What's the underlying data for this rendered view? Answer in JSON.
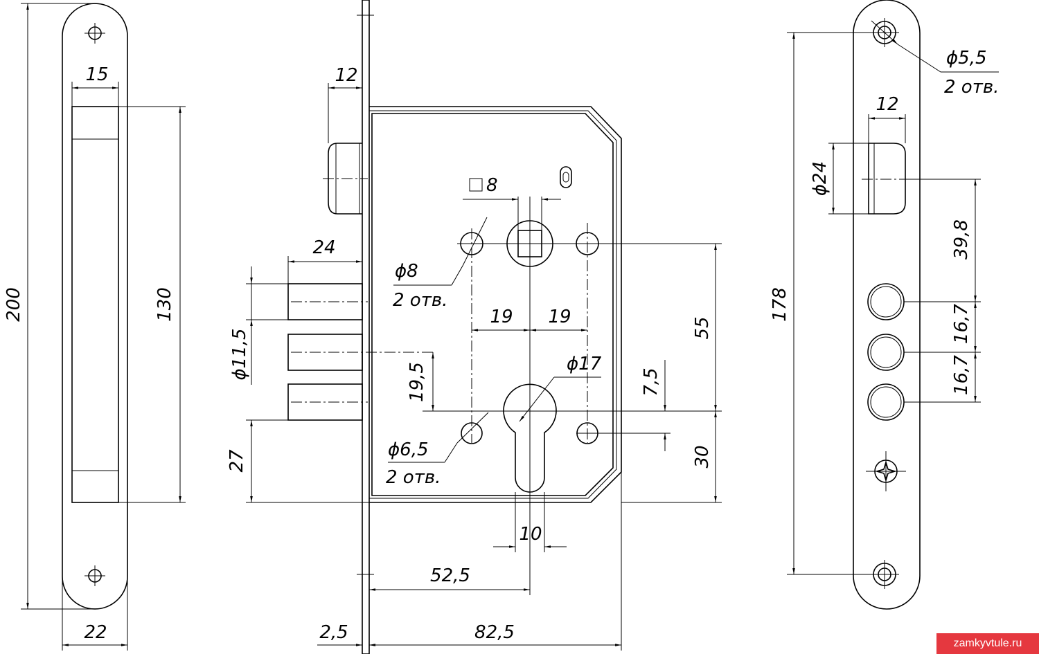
{
  "strike_plate": {
    "height": "200",
    "width": "22",
    "slot_width": "15",
    "slot_height": "130"
  },
  "lock_body": {
    "faceplate_thickness": "2,5",
    "body_depth": "82,5",
    "backset": "52,5",
    "latch_offset": "12",
    "bolt_throw": "24",
    "bolt_diameter": "ϕ11,5",
    "bolt_to_cylinder": "19,5",
    "bolt_bottom_offset": "27",
    "square_spindle": "8",
    "fix_hole_top": "ϕ8",
    "fix_hole_top_count": "2 отв.",
    "fix_spacing_left": "19",
    "fix_spacing_right": "19",
    "center_distance": "55",
    "cylinder_diameter": "ϕ17",
    "fix_hole_bottom": "ϕ6,5",
    "fix_hole_bottom_count": "2 отв.",
    "hole_offset": "7,5",
    "cylinder_to_bottom": "30",
    "cylinder_width": "10"
  },
  "faceplate": {
    "screw_hole": "ϕ5,5",
    "screw_hole_count": "2 отв.",
    "latch_width": "12",
    "latch_height": "ϕ24",
    "hole_spacing": "178",
    "latch_to_bolt": "39,8",
    "bolt_pitch_1": "16,7",
    "bolt_pitch_2": "16,7"
  },
  "watermark": "zamkyvtule.ru"
}
